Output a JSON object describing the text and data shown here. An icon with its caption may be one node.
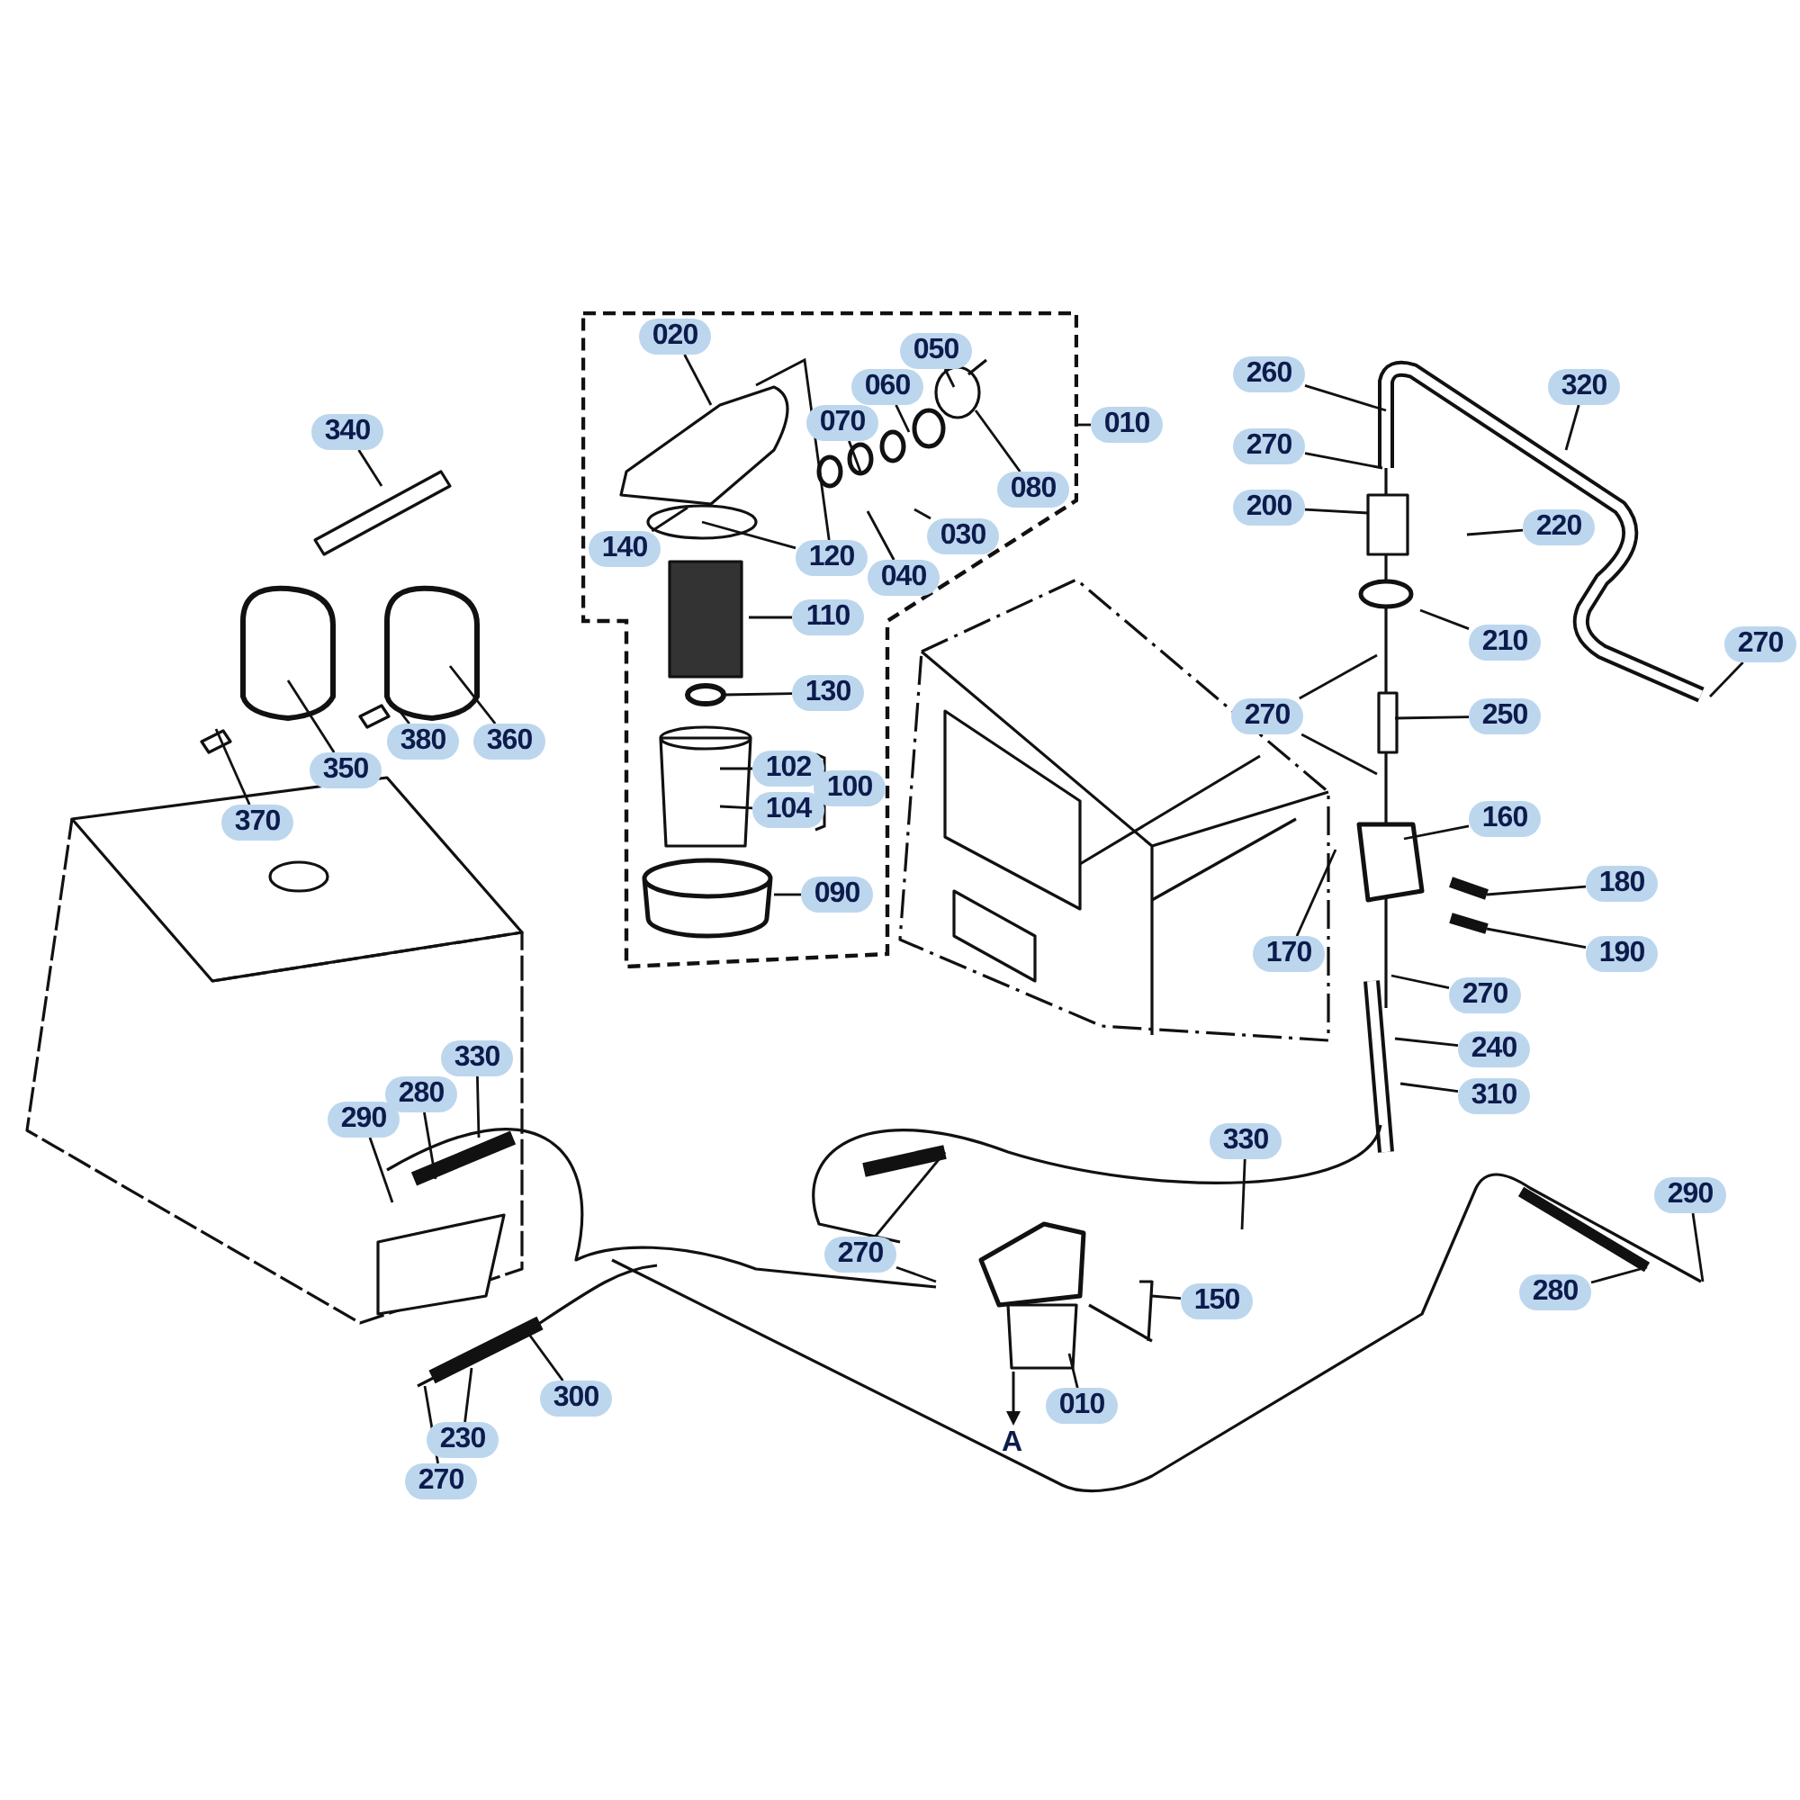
{
  "diagram": {
    "nodes": [
      {
        "text": [],
        "shape": "box"
      },
      {
        "text": [
          "020"
        ],
        "in": 0
      },
      {
        "text": [
          "050"
        ],
        "in": 0
      },
      {
        "text": [
          "010"
        ]
      },
      {
        "text": [
          "060"
        ],
        "in": 0
      },
      {
        "text": [
          "070"
        ],
        "in": 0
      },
      {
        "text": [
          "080"
        ],
        "in": 0
      },
      {
        "text": [
          "140"
        ],
        "in": 0
      },
      {
        "text": [
          "120"
        ],
        "in": 0
      },
      {
        "text": [
          "040"
        ],
        "in": 0
      },
      {
        "text": [
          "030"
        ],
        "in": 0
      },
      {
        "text": [
          "110"
        ],
        "in": 0
      },
      {
        "text": [
          "130"
        ],
        "in": 0
      },
      {
        "text": [
          "102"
        ],
        "in": 0
      },
      {
        "text": [
          "104"
        ],
        "in": 0
      },
      {
        "text": [
          "090"
        ],
        "in": 0
      },
      {
        "text": [
          "340"
        ]
      },
      {
        "text": [
          "350"
        ]
      },
      {
        "text": [
          "380"
        ]
      },
      {
        "text": [
          "360"
        ]
      },
      {
        "text": [
          "370"
        ]
      },
      {
        "text": [
          "260"
        ]
      },
      {
        "text": [
          "270"
        ]
      },
      {
        "text": [
          "200"
        ]
      },
      {
        "text": [
          "220"
        ]
      },
      {
        "text": [
          "320"
        ]
      },
      {
        "text": [
          "210"
        ]
      },
      {
        "text": [
          "270"
        ]
      },
      {
        "text": [
          "270"
        ]
      },
      {
        "text": [
          "250"
        ]
      },
      {
        "text": [
          "160"
        ]
      },
      {
        "text": [
          "180"
        ]
      },
      {
        "text": [
          "190"
        ]
      },
      {
        "text": [
          "170"
        ]
      },
      {
        "text": [
          "270"
        ]
      },
      {
        "text": [
          "240"
        ]
      },
      {
        "text": [
          "310"
        ]
      },
      {
        "text": [
          "330"
        ]
      },
      {
        "text": [
          "280"
        ]
      },
      {
        "text": [
          "290"
        ]
      },
      {
        "text": [
          "300"
        ]
      },
      {
        "text": [
          "230"
        ]
      },
      {
        "text": [
          "270"
        ]
      },
      {
        "text": [
          "270"
        ]
      },
      {
        "text": [
          "150"
        ]
      },
      {
        "text": [
          "010"
        ]
      },
      {
        "text": [
          "330"
        ]
      },
      {
        "text": [
          "290"
        ]
      },
      {
        "text": [
          "280"
        ]
      },
      {
        "text": [
          "100"
        ],
        "in": 0
      }
    ],
    "edges": [
      {
        "from": 3,
        "to": 0,
        "arrow": "none"
      },
      {
        "from": 1,
        "to": null,
        "arrow": "none"
      },
      {
        "from": 2,
        "to": null,
        "arrow": "none"
      },
      {
        "from": 4,
        "to": null,
        "arrow": "none"
      },
      {
        "from": 5,
        "to": null,
        "arrow": "none"
      },
      {
        "from": 6,
        "to": null,
        "arrow": "none"
      },
      {
        "from": 7,
        "to": null,
        "arrow": "none"
      },
      {
        "from": 8,
        "to": null,
        "arrow": "none"
      },
      {
        "from": 8,
        "to": null,
        "arrow": "none"
      },
      {
        "from": 9,
        "to": null,
        "arrow": "none"
      },
      {
        "from": 10,
        "to": null,
        "arrow": "none"
      },
      {
        "from": 11,
        "to": null,
        "arrow": "none"
      },
      {
        "from": 12,
        "to": null,
        "arrow": "none"
      },
      {
        "from": 13,
        "to": null,
        "arrow": "none"
      },
      {
        "from": 14,
        "to": null,
        "arrow": "none"
      },
      {
        "from": 15,
        "to": null,
        "arrow": "none"
      },
      {
        "from": 16,
        "to": null,
        "arrow": "none"
      },
      {
        "from": 17,
        "to": null,
        "arrow": "none"
      },
      {
        "from": 18,
        "to": null,
        "arrow": "none"
      },
      {
        "from": 19,
        "to": null,
        "arrow": "none"
      },
      {
        "from": 20,
        "to": null,
        "arrow": "none"
      },
      {
        "from": 21,
        "to": null,
        "arrow": "none"
      },
      {
        "from": 22,
        "to": null,
        "arrow": "none"
      },
      {
        "from": 23,
        "to": null,
        "arrow": "none"
      },
      {
        "from": 24,
        "to": null,
        "arrow": "none"
      },
      {
        "from": 25,
        "to": null,
        "arrow": "none"
      },
      {
        "from": 26,
        "to": null,
        "arrow": "none"
      },
      {
        "from": 27,
        "to": null,
        "arrow": "none"
      },
      {
        "from": 28,
        "to": null,
        "arrow": "none"
      },
      {
        "from": 28,
        "to": null,
        "arrow": "none"
      },
      {
        "from": 29,
        "to": null,
        "arrow": "none"
      },
      {
        "from": 30,
        "to": null,
        "arrow": "none"
      },
      {
        "from": 31,
        "to": null,
        "arrow": "none"
      },
      {
        "from": 32,
        "to": null,
        "arrow": "none"
      },
      {
        "from": 33,
        "to": null,
        "arrow": "none"
      },
      {
        "from": 34,
        "to": null,
        "arrow": "none"
      },
      {
        "from": 35,
        "to": null,
        "arrow": "none"
      },
      {
        "from": 36,
        "to": null,
        "arrow": "none"
      },
      {
        "from": 37,
        "to": null,
        "arrow": "none"
      },
      {
        "from": 38,
        "to": null,
        "arrow": "none"
      },
      {
        "from": 39,
        "to": null,
        "arrow": "none"
      },
      {
        "from": 40,
        "to": null,
        "arrow": "none"
      },
      {
        "from": 41,
        "to": null,
        "arrow": "none"
      },
      {
        "from": 42,
        "to": null,
        "arrow": "none"
      },
      {
        "from": 43,
        "to": null,
        "arrow": "none"
      },
      {
        "from": 43,
        "to": null,
        "arrow": "none"
      },
      {
        "from": 44,
        "to": null,
        "arrow": "none"
      },
      {
        "from": 45,
        "to": null,
        "arrow": "none"
      },
      {
        "from": 46,
        "to": null,
        "arrow": "none"
      },
      {
        "from": 47,
        "to": null,
        "arrow": "none"
      },
      {
        "from": 48,
        "to": null,
        "arrow": "none"
      }
    ],
    "labels": [
      "A"
    ]
  }
}
